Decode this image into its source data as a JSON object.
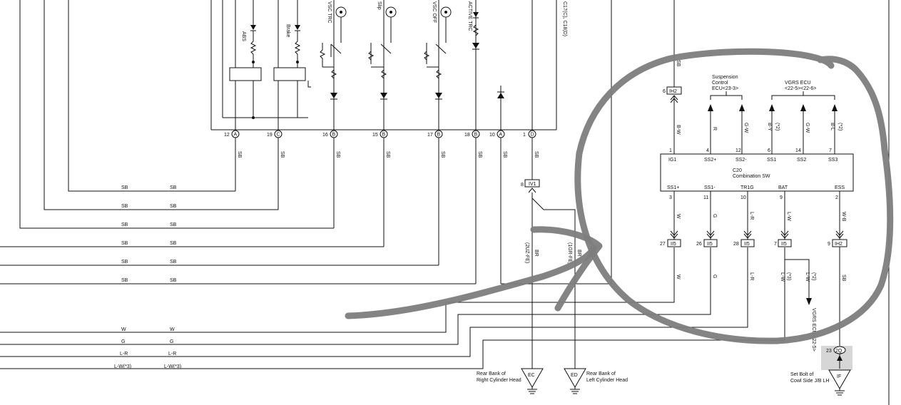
{
  "top_labels": {
    "abs": "ABS",
    "brake": "Brake",
    "vsc_trc": "VSC TRC",
    "slip": "Slip",
    "vsc_off": "VSC OFF",
    "active_trc": "ACTIVE TRC",
    "connector_note": "C17(C), C18(D)"
  },
  "bottom_pins": [
    {
      "num": "12",
      "letter": "A"
    },
    {
      "num": "19",
      "letter": "C"
    },
    {
      "num": "16",
      "letter": "B"
    },
    {
      "num": "15",
      "letter": "B"
    },
    {
      "num": "17",
      "letter": "B"
    },
    {
      "num": "18",
      "letter": "B"
    },
    {
      "num": "10",
      "letter": "A"
    },
    {
      "num": "1",
      "letter": "D"
    }
  ],
  "wire_sb": "SB",
  "left_wires": [
    "SB",
    "SB",
    "SB",
    "SB",
    "SB",
    "SB",
    "W",
    "G",
    "L-R",
    "L-W(*3)"
  ],
  "iv1": {
    "pin": "8",
    "label": "IV1",
    "wire_br": "BR",
    "wire_br2": "BR",
    "note1": "(2UZ-FE)",
    "note2": "(1GR-FE)"
  },
  "grounds": {
    "ec": {
      "label": "EC",
      "text1": "Rear Bank of",
      "text2": "Right Cylinder Head"
    },
    "ed": {
      "label": "ED",
      "text1": "Rear Bank of",
      "text2": "Left Cylinder Head"
    },
    "if": {
      "label": "IF",
      "text1": "Set Bolt of",
      "text2": "Cowl Side J/B LH"
    }
  },
  "switch": {
    "id": "C20",
    "name": "Combination SW",
    "top_pins": [
      {
        "num": "1",
        "name": "IG1",
        "wire": "B-W"
      },
      {
        "num": "4",
        "name": "SS2+",
        "wire": "R"
      },
      {
        "num": "12",
        "name": "SS2-",
        "wire": "G-W"
      },
      {
        "num": "6",
        "name": "SS1",
        "wire": "B-Y"
      },
      {
        "num": "14",
        "name": "SS2",
        "wire": "G-W"
      },
      {
        "num": "7",
        "name": "SS3",
        "wire": "B-L"
      }
    ],
    "bottom_pins": [
      {
        "num": "3",
        "name": "SS1+",
        "wire": "W"
      },
      {
        "num": "11",
        "name": "SS1-",
        "wire": "G"
      },
      {
        "num": "10",
        "name": "TR1G",
        "wire": "L-R"
      },
      {
        "num": "9",
        "name": "BAT",
        "wire": "L-W"
      },
      {
        "num": "2",
        "name": "ESS",
        "wire": "W-B"
      }
    ]
  },
  "ih2_top": {
    "pin": "6",
    "label": "IH2"
  },
  "suspension": {
    "line1": "Suspension",
    "line2": "Control",
    "line3": "ECU<23-3>",
    "w1": "R",
    "w2": "G-W"
  },
  "vgrs": {
    "line1": "VGRS ECU",
    "line2": "<22-5><22-6>",
    "star": "(*2)",
    "w1": "B-Y",
    "w2": "G-W",
    "w3": "B-L"
  },
  "lower_connectors": [
    {
      "pin": "27",
      "label": "II5",
      "wire": "W"
    },
    {
      "pin": "26",
      "label": "II5",
      "wire": "G"
    },
    {
      "pin": "28",
      "label": "II5",
      "wire": "L-R"
    },
    {
      "pin": "7",
      "label": "II5",
      "wire": "L-W",
      "star": "(*3)"
    },
    {
      "pin": "9",
      "label": "IH2",
      "wire": "SB"
    }
  ],
  "vgrs_branch": {
    "wire": "L-W",
    "star": "(*2)",
    "text": "VGRS ECU <22-5>"
  },
  "junction_2q": {
    "pin": "23",
    "label": "2Q"
  },
  "sb_right": "SB"
}
